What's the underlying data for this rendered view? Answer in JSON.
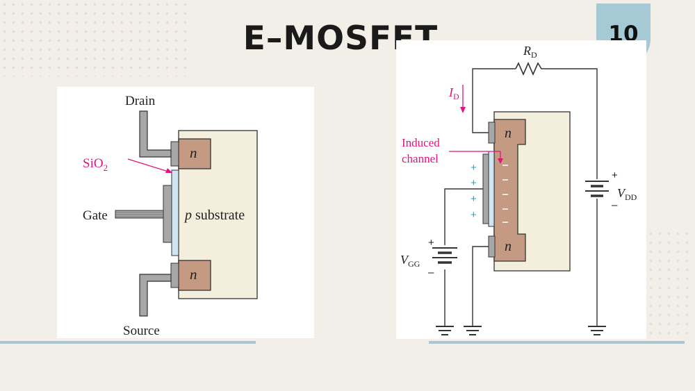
{
  "slide": {
    "title": "E–MOSFET",
    "page_number": "10"
  },
  "left_diagram": {
    "drain_label": "Drain",
    "source_label": "Source",
    "gate_label": "Gate",
    "oxide_label": "SiO",
    "oxide_subscript": "2",
    "n_top": "n",
    "n_bottom": "n",
    "substrate_italic": "p",
    "substrate_text": " substrate"
  },
  "right_diagram": {
    "rd_label": "R",
    "rd_subscript": "D",
    "id_label": "I",
    "id_subscript": "D",
    "induced_line1": "Induced",
    "induced_line2": "channel",
    "vdd_label": "V",
    "vdd_subscript": "DD",
    "vgg_label": "V",
    "vgg_subscript": "GG",
    "n_top": "n",
    "n_bottom": "n",
    "plus": "+",
    "minus": "–"
  },
  "colors": {
    "background": "#f2efe8",
    "badge": "#a6c9d6",
    "substrate": "#f4eedc",
    "n_region": "#c49a82",
    "oxide": "#cfe6f2",
    "metal": "#a7a7a7",
    "pink_label": "#e0157d",
    "cyan_plus": "#1aa7c9"
  }
}
